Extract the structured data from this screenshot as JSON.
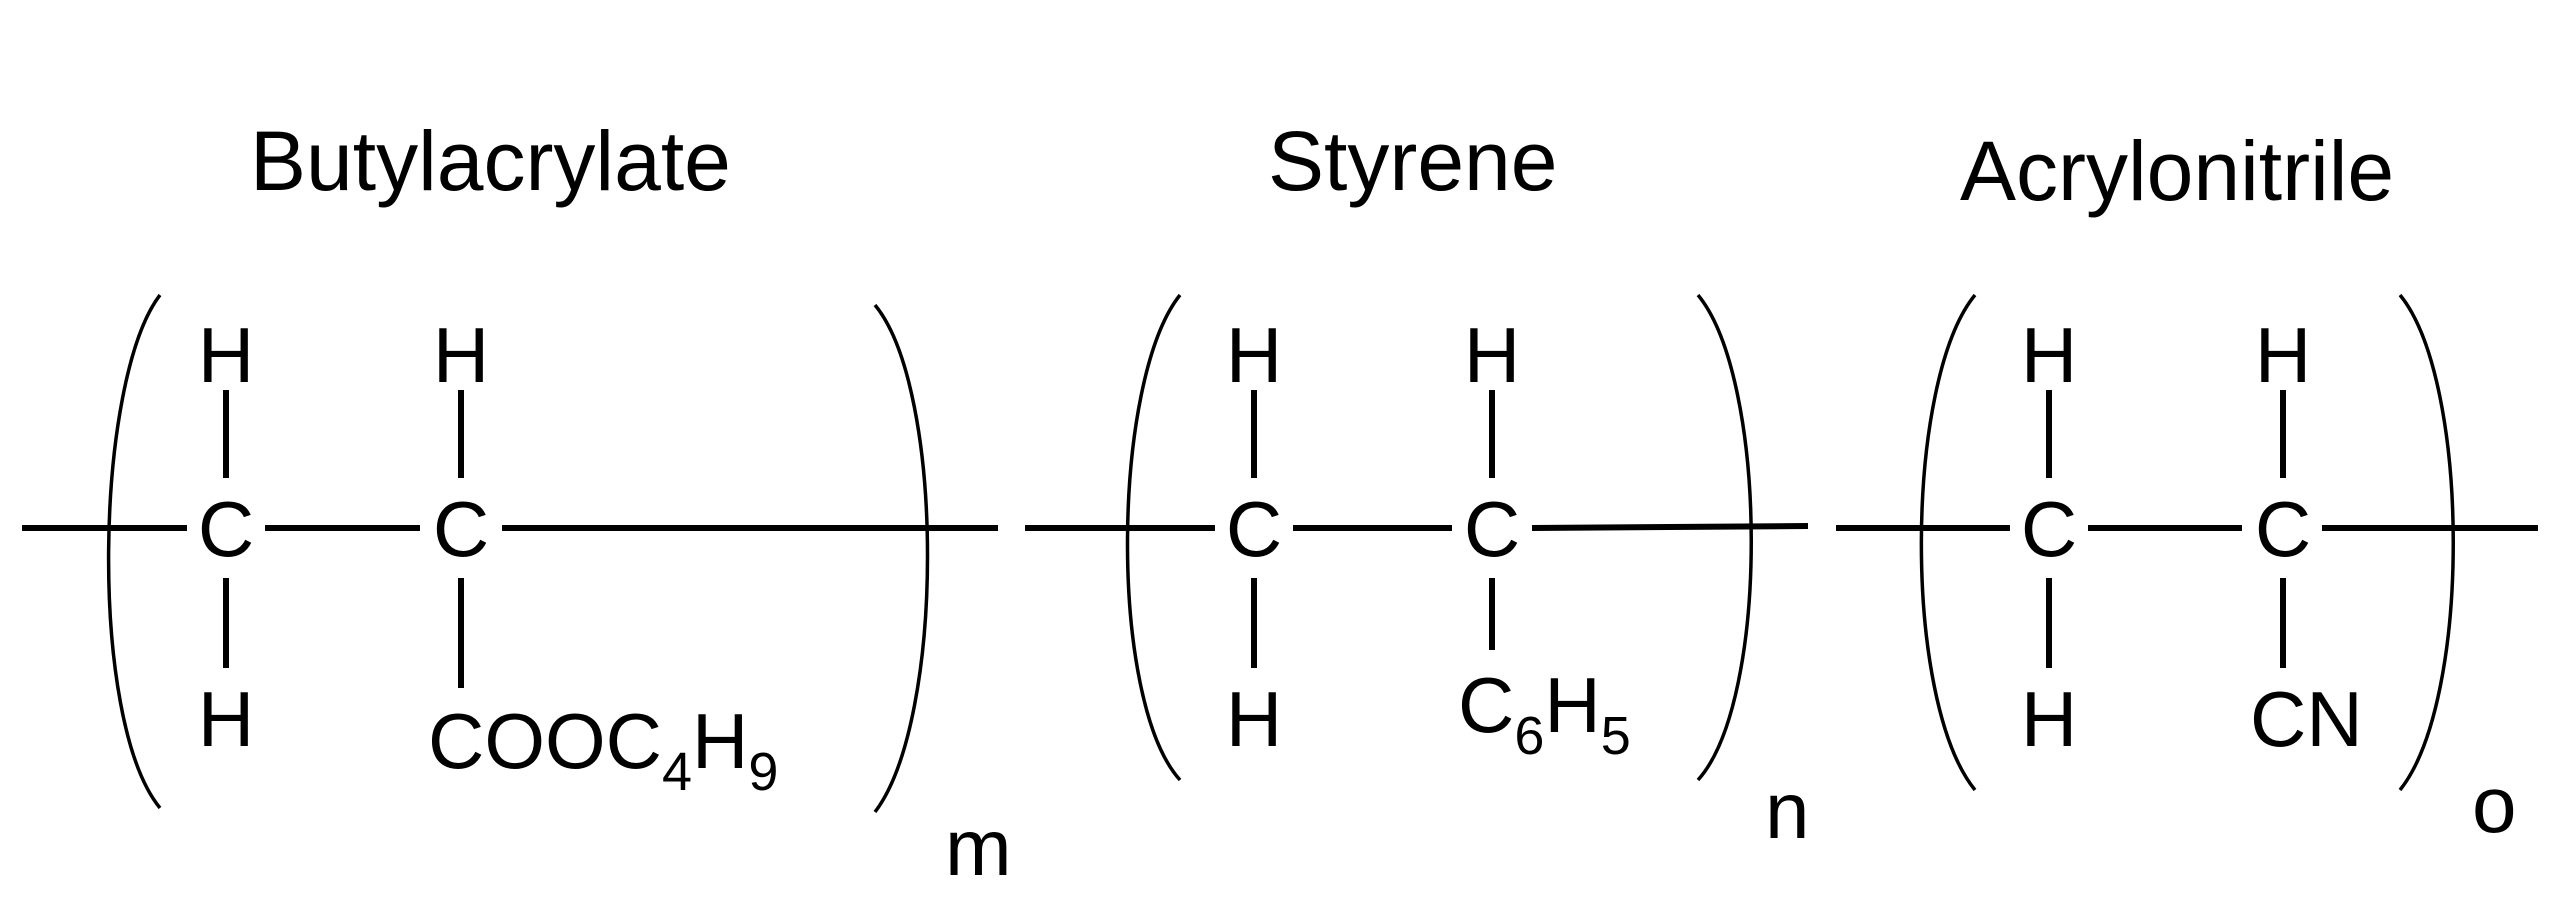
{
  "units": [
    {
      "name": "Butylacrylate",
      "atoms": {
        "top_left": "H",
        "top_right": "H",
        "c_left": "C",
        "c_right": "C",
        "bottom_left": "H"
      },
      "substituent": {
        "main": "COOC",
        "sub1": "4",
        "mid": "H",
        "sub2": "9"
      },
      "repeat": "m"
    },
    {
      "name": "Styrene",
      "atoms": {
        "top_left": "H",
        "top_right": "H",
        "c_left": "C",
        "c_right": "C",
        "bottom_left": "H"
      },
      "substituent": {
        "main": "C",
        "sub1": "6",
        "mid": "H",
        "sub2": "5"
      },
      "repeat": "n"
    },
    {
      "name": "Acrylonitrile",
      "atoms": {
        "top_left": "H",
        "top_right": "H",
        "c_left": "C",
        "c_right": "C",
        "bottom_left": "H"
      },
      "substituent": {
        "main": "CN",
        "sub1": "",
        "mid": "",
        "sub2": ""
      },
      "repeat": "o"
    }
  ]
}
